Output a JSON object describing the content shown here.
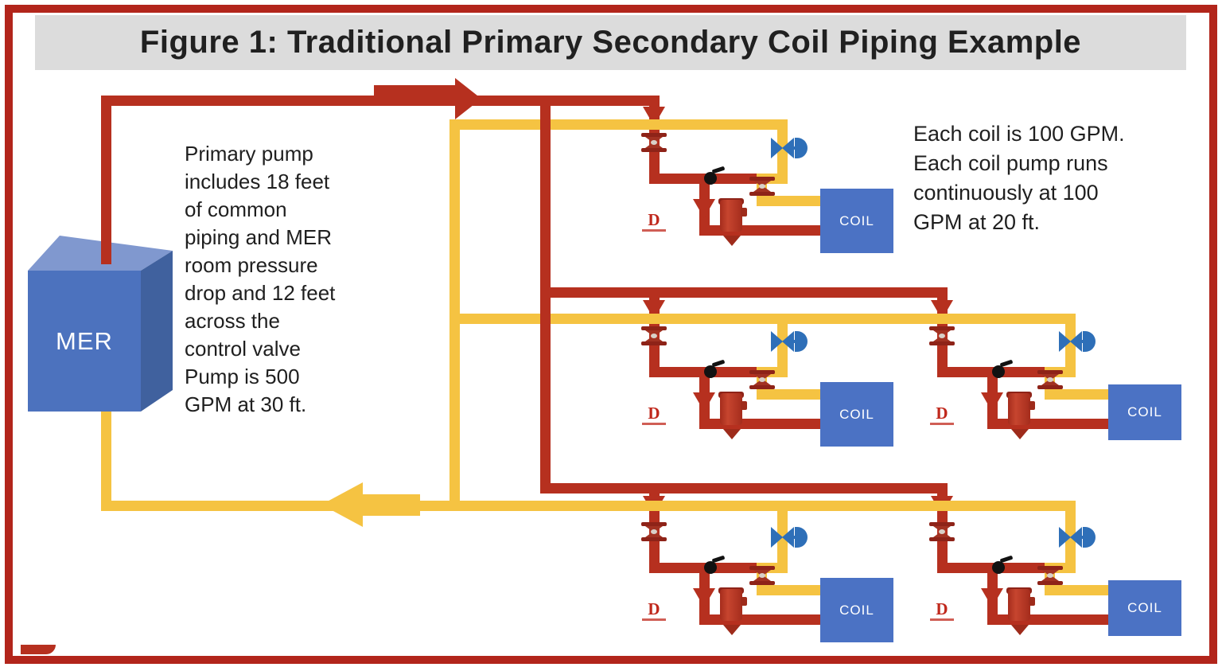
{
  "title": "Figure 1: Traditional Primary Secondary Coil Piping Example",
  "mer": {
    "label": "MER"
  },
  "notes": {
    "primary_pump": "Primary pump\nincludes 18 feet\nof common\npiping and MER\nroom pressure\ndrop and 12 feet\nacross the\ncontrol valve\nPump is 500\nGPM at 30 ft.",
    "coil_info": "Each coil is 100 GPM.\nEach coil pump runs\ncontinuously at 100\nGPM at 20 ft."
  },
  "coils": [
    {
      "label": "COIL"
    },
    {
      "label": "COIL"
    },
    {
      "label": "COIL"
    },
    {
      "label": "COIL"
    },
    {
      "label": "COIL"
    }
  ],
  "brand": {
    "letter": "D"
  },
  "colors": {
    "supply_pipe_red": "#B6301F",
    "return_pipe_yellow": "#F5C342",
    "coil_box_blue": "#4B72C4",
    "control_valve_blue": "#2E6FB8",
    "valve_dark_red": "#8E2318",
    "mer_box_blue": "#4C72BE",
    "title_bar_gray": "#DCDCDC",
    "border_red": "#B2251B"
  }
}
